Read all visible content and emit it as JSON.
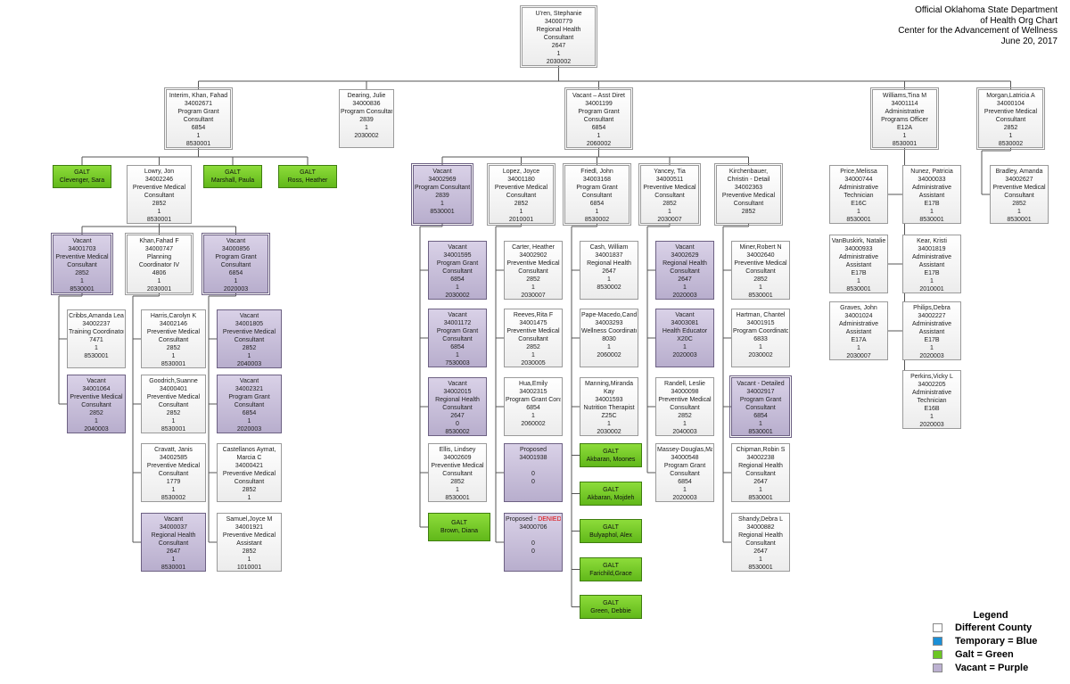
{
  "title": {
    "line1": "Official Oklahoma State Department",
    "line2": "of Health Org Chart",
    "line3": "Center for the Advancement of Wellness",
    "line4": "June 20,  2017"
  },
  "colors": {
    "different_county": "#ffffff",
    "temporary": "#1b8fd6",
    "galt": "#6cc623",
    "vacant": "#bcb1d1",
    "line": "#555555"
  },
  "legend": {
    "title": "Legend",
    "items": [
      {
        "label": "Different County",
        "color": "#ffffff"
      },
      {
        "label": "Temporary = Blue",
        "color": "#1b8fd6"
      },
      {
        "label": "Galt = Green",
        "color": "#6cc623"
      },
      {
        "label": "Vacant = Purple",
        "color": "#bcb1d1"
      }
    ]
  },
  "nodes": [
    {
      "id": "root",
      "type": "normal",
      "dbl": true,
      "lines": [
        "U'ren, Stephanie",
        "34000779",
        "Regional Health",
        "Consultant",
        "2647",
        "1",
        "2030002"
      ]
    },
    {
      "id": "khan",
      "type": "normal",
      "dbl": true,
      "lines": [
        "Interim, Khan, Fahad",
        "34002671",
        "Program Grant",
        "Consultant",
        "6854",
        "1",
        "8530001"
      ]
    },
    {
      "id": "dearing",
      "type": "normal",
      "lines": [
        "Dearing, Julie",
        "34000836",
        "Program Consultant",
        "2839",
        "1",
        "2030002"
      ]
    },
    {
      "id": "asst",
      "type": "normal",
      "dbl": true,
      "lines": [
        "Vacant – Asst Diret",
        "34001199",
        "Program Grant",
        "Consultant",
        "6854",
        "1",
        "2060002"
      ]
    },
    {
      "id": "williams",
      "type": "normal",
      "dbl": true,
      "lines": [
        "Williams,Tina M",
        "34001114",
        "Administrative",
        "Programs Officer",
        "E12A",
        "1",
        "8530001"
      ]
    },
    {
      "id": "morgan",
      "type": "normal",
      "dbl": true,
      "lines": [
        "Morgan,Latricia A",
        "34000104",
        "Preventive Medical",
        "Consultant",
        "2852",
        "1",
        "8530002"
      ]
    },
    {
      "id": "clevenger",
      "type": "galt",
      "lines": [
        "GALT",
        "Clevenger, Sara"
      ]
    },
    {
      "id": "lowry",
      "type": "normal",
      "lines": [
        "Lowry, Jon",
        "34002246",
        "Preventive Medical",
        "Consultant",
        "2852",
        "1",
        "8530001"
      ]
    },
    {
      "id": "marshall",
      "type": "galt",
      "lines": [
        "GALT",
        "Marshall, Paula"
      ]
    },
    {
      "id": "ross",
      "type": "galt",
      "lines": [
        "GALT",
        "Ross, Heather"
      ]
    },
    {
      "id": "v1703",
      "type": "vacant",
      "dbl": true,
      "lines": [
        "Vacant",
        "34001703",
        "Preventive Medical",
        "Consultant",
        "2852",
        "1",
        "8530001"
      ]
    },
    {
      "id": "khanff",
      "type": "normal",
      "dbl": true,
      "lines": [
        "Khan,Fahad F",
        "34000747",
        "Planning",
        "Coordinator IV",
        "4806",
        "1",
        "2030001"
      ]
    },
    {
      "id": "v0856",
      "type": "vacant",
      "dbl": true,
      "lines": [
        "Vacant",
        "34000856",
        "Program Grant",
        "Consultant",
        "6854",
        "1",
        "2020003"
      ]
    },
    {
      "id": "cribbs",
      "type": "normal",
      "lines": [
        "Cribbs,Amanda Lea",
        "34002237",
        "Training Coordinator",
        "7471",
        "1",
        "8530001"
      ]
    },
    {
      "id": "v1064",
      "type": "vacant",
      "lines": [
        "Vacant",
        "34001064",
        "Preventive Medical",
        "Consultant",
        "2852",
        "1",
        "2040003"
      ]
    },
    {
      "id": "harris",
      "type": "normal",
      "lines": [
        "Harris,Carolyn K",
        "34002146",
        "Preventive Medical",
        "Consultant",
        "2852",
        "1",
        "8530001"
      ]
    },
    {
      "id": "goodrich",
      "type": "normal",
      "lines": [
        "Goodrich,Suanne",
        "34000401",
        "Preventive Medical",
        "Consultant",
        "2852",
        "1",
        "8530001"
      ]
    },
    {
      "id": "cravatt",
      "type": "normal",
      "lines": [
        "Cravatt, Janis",
        "34002585",
        "Preventive Medical",
        "Consultant",
        "1779",
        "1",
        "8530002"
      ]
    },
    {
      "id": "v0037",
      "type": "vacant",
      "lines": [
        "Vacant",
        "34000037",
        "Regional Health",
        "Consultant",
        "2647",
        "1",
        "8530001"
      ]
    },
    {
      "id": "v1805",
      "type": "vacant",
      "lines": [
        "Vacant",
        "34001805",
        "Preventive Medical",
        "Consultant",
        "2852",
        "1",
        "2040003"
      ]
    },
    {
      "id": "v2321",
      "type": "vacant",
      "lines": [
        "Vacant",
        "34002321",
        "Program Grant",
        "Consultant",
        "6854",
        "1",
        "2020003"
      ]
    },
    {
      "id": "castellanos",
      "type": "normal",
      "lines": [
        "Castellanos Aymat,",
        "Marcia C",
        "34000421",
        "Preventive Medical",
        "Consultant",
        "2852",
        "1",
        "8530001"
      ]
    },
    {
      "id": "samuel",
      "type": "normal",
      "lines": [
        "Samuel,Joyce M",
        "34001921",
        "Preventive Medical",
        "Assistant",
        "2852",
        "1",
        "1010001"
      ]
    },
    {
      "id": "v2969",
      "type": "vacant",
      "dbl": true,
      "lines": [
        "Vacant",
        "34002969",
        "Program Consultant",
        "2839",
        "1",
        "8530001"
      ]
    },
    {
      "id": "lopez",
      "type": "normal",
      "dbl": true,
      "lines": [
        "Lopez, Joyce",
        "34001180",
        "Preventive Medical",
        "Consultant",
        "2852",
        "1",
        "2010001"
      ]
    },
    {
      "id": "friedl",
      "type": "normal",
      "dbl": true,
      "lines": [
        "Friedl, John",
        "34003168",
        "Program Grant",
        "Consultant",
        "6854",
        "1",
        "8530002"
      ]
    },
    {
      "id": "yancey",
      "type": "normal",
      "dbl": true,
      "lines": [
        "Yancey, Tia",
        "34000511",
        "Preventive Medical",
        "Consultant",
        "2852",
        "1",
        "2030007"
      ]
    },
    {
      "id": "kirchenbauer",
      "type": "normal",
      "dbl": true,
      "lines": [
        "Kirchenbauer,",
        "Christin - Detail",
        "34002363",
        "Preventive Medical",
        "Consultant",
        "2852"
      ]
    },
    {
      "id": "v1595",
      "type": "vacant",
      "lines": [
        "Vacant",
        "34001595",
        "Program Grant",
        "Consultant",
        "6854",
        "1",
        "2030002"
      ]
    },
    {
      "id": "v1172",
      "type": "vacant",
      "lines": [
        "Vacant",
        "34001172",
        "Program Grant",
        "Consultant",
        "6854",
        "1",
        "7530003"
      ]
    },
    {
      "id": "v2015",
      "type": "vacant",
      "lines": [
        "Vacant",
        "34002015",
        "Regional Health",
        "Consultant",
        "2647",
        "0",
        "8530002"
      ]
    },
    {
      "id": "ellis",
      "type": "normal",
      "lines": [
        "Ellis, Lindsey",
        "34002609",
        "Preventive Medical",
        "Consultant",
        "2852",
        "1",
        "8530001"
      ]
    },
    {
      "id": "brown",
      "type": "galt",
      "lines": [
        "GALT",
        "Brown, Diana"
      ]
    },
    {
      "id": "carter",
      "type": "normal",
      "lines": [
        "Carter, Heather",
        "34002902",
        "Preventive Medical",
        "Consultant",
        "2852",
        "1",
        "2030007"
      ]
    },
    {
      "id": "reeves",
      "type": "normal",
      "lines": [
        "Reeves,Rita F",
        "34001475",
        "Preventive Medical",
        "Consultant",
        "2852",
        "1",
        "2030005"
      ]
    },
    {
      "id": "hua",
      "type": "normal",
      "lines": [
        "Hua,Emily",
        "34002315",
        "Program Grant Cons",
        "6854",
        "1",
        "2060002"
      ]
    },
    {
      "id": "prop1938",
      "type": "vacant",
      "lines": [
        "Proposed",
        "34001938",
        "",
        "0",
        "0"
      ]
    },
    {
      "id": "prop0706",
      "type": "vacant",
      "lines": [
        "Proposed - DENIED",
        "34000706",
        "",
        "0",
        "0"
      ]
    },
    {
      "id": "cash",
      "type": "normal",
      "lines": [
        "Cash, William",
        "34001837",
        "Regional Health",
        "2647",
        "1",
        "8530002"
      ]
    },
    {
      "id": "pape",
      "type": "normal",
      "lines": [
        "Pape-Macedo,Candace",
        "34003293",
        "Wellness Coordinator",
        "8030",
        "1",
        "2060002"
      ]
    },
    {
      "id": "manning",
      "type": "normal",
      "lines": [
        "Manning,Miranda",
        "Kay",
        "34001593",
        "Nutrition Therapist",
        "Z25C",
        "1",
        "2030002"
      ]
    },
    {
      "id": "akbaranm",
      "type": "galt",
      "lines": [
        "GALT",
        "Akbaran, Moones"
      ]
    },
    {
      "id": "akbaranj",
      "type": "galt",
      "lines": [
        "GALT",
        "Akbaran, Mojdeh"
      ]
    },
    {
      "id": "bulyaphol",
      "type": "galt",
      "lines": [
        "GALT",
        "Bulyaphol, Alex"
      ]
    },
    {
      "id": "farichild",
      "type": "galt",
      "lines": [
        "GALT",
        "Farichild,Grace"
      ]
    },
    {
      "id": "green",
      "type": "galt",
      "lines": [
        "GALT",
        "Green, Debbie"
      ]
    },
    {
      "id": "v2629",
      "type": "vacant",
      "lines": [
        "Vacant",
        "34002629",
        "Regional Health",
        "Consultant",
        "2647",
        "1",
        "2020003"
      ]
    },
    {
      "id": "v3081",
      "type": "vacant",
      "lines": [
        "Vacant",
        "34003081",
        "Health Educator",
        "X20C",
        "1",
        "2020003"
      ]
    },
    {
      "id": "randell",
      "type": "normal",
      "lines": [
        "Randell, Leslie",
        "34000098",
        "Preventive Medical",
        "Consultant",
        "2852",
        "1",
        "2040003"
      ]
    },
    {
      "id": "massey",
      "type": "normal",
      "lines": [
        "Massey-Douglas,Mary L",
        "34000548",
        "Program Grant",
        "Consultant",
        "6854",
        "1",
        "2020003"
      ]
    },
    {
      "id": "miner",
      "type": "normal",
      "lines": [
        "Miner,Robert N",
        "34002640",
        "Preventive Medical",
        "Consultant",
        "2852",
        "1",
        "8530001"
      ]
    },
    {
      "id": "hartman",
      "type": "normal",
      "lines": [
        "Hartman, Chantel",
        "34001915",
        "Program Coordinator",
        "6833",
        "1",
        "2030002"
      ]
    },
    {
      "id": "v2917",
      "type": "vacant",
      "dbl": true,
      "lines": [
        "Vacant - Detailed",
        "34002917",
        "Program Grant",
        "Consultant",
        "6854",
        "1",
        "8530001"
      ]
    },
    {
      "id": "chipman",
      "type": "normal",
      "lines": [
        "Chipman,Robin S",
        "34002238",
        "Regional Health",
        "Consultant",
        "2647",
        "1",
        "8530001"
      ]
    },
    {
      "id": "shandy",
      "type": "normal",
      "lines": [
        "Shandy,Debra L",
        "34000882",
        "Regional Health",
        "Consultant",
        "2647",
        "1",
        "8530001"
      ]
    },
    {
      "id": "price",
      "type": "normal",
      "lines": [
        "Price,Melissa",
        "34000744",
        "Administrative",
        "Technician",
        "E16C",
        "1",
        "8530001"
      ]
    },
    {
      "id": "vanbuskirk",
      "type": "normal",
      "lines": [
        "VanBuskirk, Natalie",
        "34000933",
        "Administrative",
        "Assistant",
        "E17B",
        "1",
        "8530001"
      ]
    },
    {
      "id": "graves",
      "type": "normal",
      "lines": [
        "Graves, John",
        "34001024",
        "Administrative",
        "Assistant",
        "E17A",
        "1",
        "2030007"
      ]
    },
    {
      "id": "nunez",
      "type": "normal",
      "lines": [
        "Nunez, Patricia",
        "34000033",
        "Administrative",
        "Assistant",
        "E17B",
        "1",
        "8530001"
      ]
    },
    {
      "id": "kear",
      "type": "normal",
      "lines": [
        "Kear, Kristi",
        "34001819",
        "Administrative",
        "Assistant",
        "E17B",
        "1",
        "2010001"
      ]
    },
    {
      "id": "philips",
      "type": "normal",
      "lines": [
        "Philips,Debra",
        "34002227",
        "Administrative",
        "Assistant",
        "E17B",
        "1",
        "2020003"
      ]
    },
    {
      "id": "perkins",
      "type": "normal",
      "lines": [
        "Perkins,Vicky L",
        "34002205",
        "Administrative",
        "Technician",
        "E16B",
        "1",
        "2020003"
      ]
    },
    {
      "id": "bradley",
      "type": "normal",
      "lines": [
        "Bradley, Amanda",
        "34002627",
        "Preventive Medical",
        "Consultant",
        "2852",
        "1",
        "8530001"
      ]
    }
  ],
  "edges": [
    [
      "root",
      "khan"
    ],
    [
      "root",
      "dearing"
    ],
    [
      "root",
      "asst"
    ],
    [
      "root",
      "williams"
    ],
    [
      "root",
      "morgan"
    ],
    [
      "khan",
      "clevenger"
    ],
    [
      "khan",
      "lowry"
    ],
    [
      "khan",
      "marshall"
    ],
    [
      "khan",
      "ross"
    ],
    [
      "lowry",
      "v1703"
    ],
    [
      "lowry",
      "khanff"
    ],
    [
      "lowry",
      "v0856"
    ],
    [
      "v1703",
      "cribbs"
    ],
    [
      "v1703",
      "v1064"
    ],
    [
      "khanff",
      "harris"
    ],
    [
      "khanff",
      "goodrich"
    ],
    [
      "khanff",
      "cravatt"
    ],
    [
      "khanff",
      "v0037"
    ],
    [
      "v0856",
      "v1805"
    ],
    [
      "v0856",
      "v2321"
    ],
    [
      "v0856",
      "castellanos"
    ],
    [
      "v0856",
      "samuel"
    ],
    [
      "asst",
      "v2969"
    ],
    [
      "asst",
      "lopez"
    ],
    [
      "asst",
      "friedl"
    ],
    [
      "asst",
      "yancey"
    ],
    [
      "asst",
      "kirchenbauer"
    ],
    [
      "v2969",
      "v1595"
    ],
    [
      "v2969",
      "v1172"
    ],
    [
      "v2969",
      "v2015"
    ],
    [
      "v2969",
      "ellis"
    ],
    [
      "v2969",
      "brown"
    ],
    [
      "lopez",
      "carter"
    ],
    [
      "lopez",
      "reeves"
    ],
    [
      "lopez",
      "hua"
    ],
    [
      "lopez",
      "prop1938"
    ],
    [
      "lopez",
      "prop0706"
    ],
    [
      "friedl",
      "cash"
    ],
    [
      "friedl",
      "pape"
    ],
    [
      "friedl",
      "manning"
    ],
    [
      "friedl",
      "akbaranm"
    ],
    [
      "friedl",
      "akbaranj"
    ],
    [
      "friedl",
      "bulyaphol"
    ],
    [
      "friedl",
      "farichild"
    ],
    [
      "friedl",
      "green"
    ],
    [
      "yancey",
      "v2629"
    ],
    [
      "yancey",
      "v3081"
    ],
    [
      "yancey",
      "randell"
    ],
    [
      "yancey",
      "massey"
    ],
    [
      "kirchenbauer",
      "miner"
    ],
    [
      "kirchenbauer",
      "hartman"
    ],
    [
      "kirchenbauer",
      "v2917"
    ],
    [
      "kirchenbauer",
      "chipman"
    ],
    [
      "kirchenbauer",
      "shandy"
    ],
    [
      "williams",
      "price"
    ],
    [
      "williams",
      "vanbuskirk"
    ],
    [
      "williams",
      "graves"
    ],
    [
      "williams",
      "nunez"
    ],
    [
      "williams",
      "kear"
    ],
    [
      "williams",
      "philips"
    ],
    [
      "williams",
      "perkins"
    ],
    [
      "morgan",
      "bradley"
    ]
  ]
}
